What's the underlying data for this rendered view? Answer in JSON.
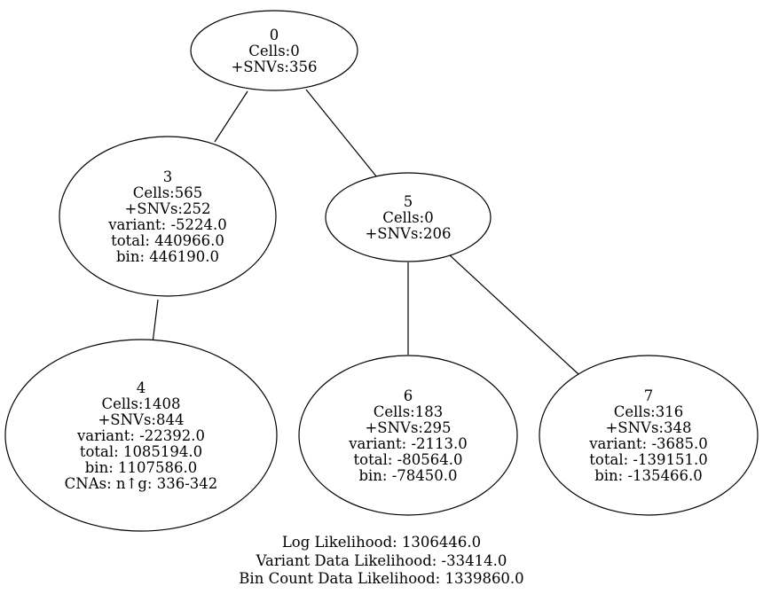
{
  "nodes": [
    {
      "id": "0",
      "lines": [
        "0",
        "Cells:0",
        "+SNVs:356"
      ]
    },
    {
      "id": "3",
      "lines": [
        "3",
        "Cells:565",
        "+SNVs:252",
        "variant: -5224.0",
        "total: 440966.0",
        "bin: 446190.0"
      ]
    },
    {
      "id": "5",
      "lines": [
        "5",
        "Cells:0",
        "+SNVs:206"
      ]
    },
    {
      "id": "4",
      "lines": [
        "4",
        "Cells:1408",
        "+SNVs:844",
        "variant: -22392.0",
        "total: 1085194.0",
        "bin: 1107586.0",
        "CNAs: n↑g: 336-342"
      ]
    },
    {
      "id": "6",
      "lines": [
        "6",
        "Cells:183",
        "+SNVs:295",
        "variant: -2113.0",
        "total: -80564.0",
        "bin: -78450.0"
      ]
    },
    {
      "id": "7",
      "lines": [
        "7",
        "Cells:316",
        "+SNVs:348",
        "variant: -3685.0",
        "total: -139151.0",
        "bin: -135466.0"
      ]
    }
  ],
  "edges": [
    {
      "from": "0",
      "to": "3"
    },
    {
      "from": "0",
      "to": "5"
    },
    {
      "from": "3",
      "to": "4"
    },
    {
      "from": "5",
      "to": "6"
    },
    {
      "from": "5",
      "to": "7"
    }
  ],
  "summary": {
    "log_likelihood": "Log Likelihood: 1306446.0",
    "variant_likelihood": "Variant Data Likelihood: -33414.0",
    "bin_count_likelihood": "Bin Count Data Likelihood: 1339860.0"
  }
}
